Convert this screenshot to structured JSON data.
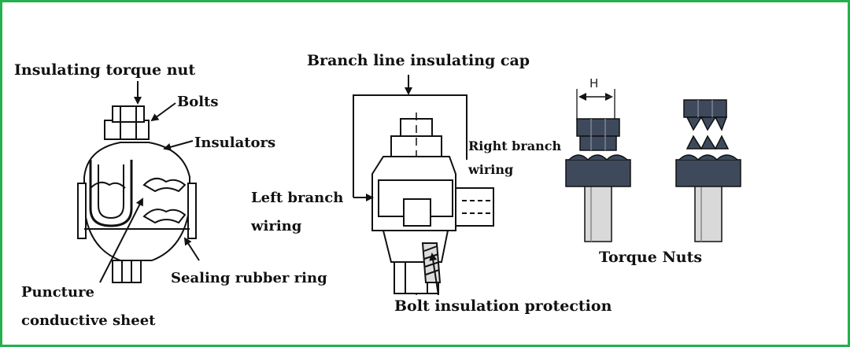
{
  "colors": {
    "border": "#22b14c",
    "line": "#111111",
    "nut_fill": "#3e4a5c",
    "bolt_fill": "#d9d9d9"
  },
  "left_diagram": {
    "labels": {
      "torque_nut": "Insulating torque nut",
      "bolts": "Bolts",
      "insulators": "Insulators",
      "puncture_line1": "Puncture",
      "puncture_line2": "conductive sheet",
      "sealing": "Sealing rubber ring"
    }
  },
  "middle_diagram": {
    "labels": {
      "cap": "Branch line insulating cap",
      "right_line1": "Right branch",
      "right_line2": "wiring",
      "left_line1": "Left branch",
      "left_line2": "wiring",
      "bolt_protection": "Bolt insulation protection"
    }
  },
  "right_diagram": {
    "dimension_label": "H",
    "caption": "Torque Nuts"
  }
}
